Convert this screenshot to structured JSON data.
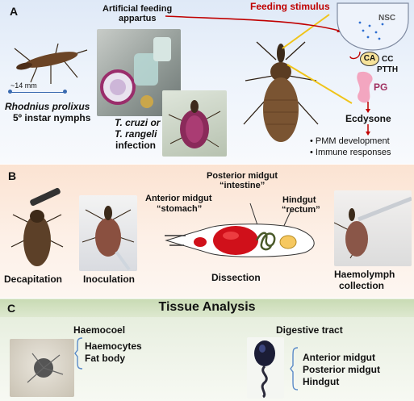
{
  "panels": {
    "a": {
      "letter": "A",
      "species_line1": "Rhodnius prolixus",
      "species_line2": "5º instar nymphs",
      "scale": "~14 mm",
      "feeding_line1": "Artificial feeding",
      "feeding_line2": "appartus",
      "infection_line1": "T. cruzi or",
      "infection_line2": "T. rangeli",
      "infection_line3": "infection",
      "stimulus": "Feeding stimulus",
      "nsc": "NSC",
      "ca": "CA",
      "cc": "CC",
      "ptth": "PTTH",
      "pg": "PG",
      "ecdysone": "Ecdysone",
      "bullets": [
        "PMM development",
        "Immune responses"
      ]
    },
    "b": {
      "letter": "B",
      "steps": [
        "Decapitation",
        "Inoculation",
        "Dissection"
      ],
      "haemolymph_line1": "Haemolymph",
      "haemolymph_line2": "collection",
      "anterior_line1": "Anterior midgut",
      "anterior_line2": "“stomach”",
      "posterior_line1": "Posterior midgut",
      "posterior_line2": "“intestine”",
      "hindgut_line1": "Hindgut",
      "hindgut_line2": "“rectum”"
    },
    "c": {
      "letter": "C",
      "title": "Tissue Analysis",
      "haemocoel": {
        "title": "Haemocoel",
        "items": [
          "Haemocytes",
          "Fat body"
        ]
      },
      "digestive": {
        "title": "Digestive tract",
        "items": [
          "Anterior midgut",
          "Posterior midgut",
          "Hindgut"
        ]
      }
    }
  },
  "colors": {
    "stimulus": "#c00000",
    "gut_red": "#d0101a",
    "nsc_blue": "#2f6fd1",
    "pg_pink": "#f3a6c0"
  }
}
